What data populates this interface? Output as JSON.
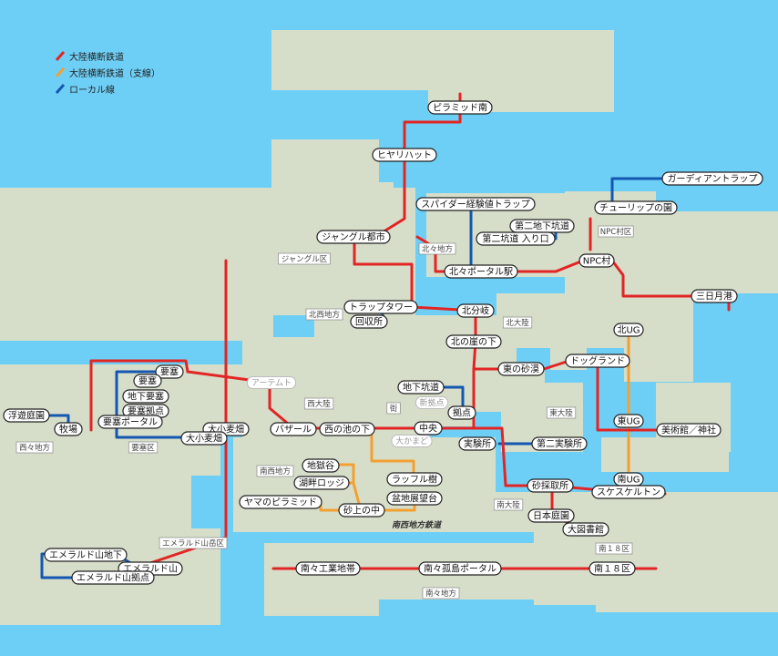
{
  "colors": {
    "sea": "#6ecff6",
    "land": "#d6deca",
    "main_line": "#e32424",
    "branch_line": "#f3a033",
    "local_line": "#1457b0"
  },
  "legend": [
    {
      "label": "大陸横断鉄道",
      "color": "#e32424"
    },
    {
      "label": "大陸横断鉄道（支線）",
      "color": "#f3a033"
    },
    {
      "label": "ローカル線",
      "color": "#1457b0"
    }
  ],
  "stations": [
    {
      "id": "pyramid_south",
      "label": "ピラミッド南"
    },
    {
      "id": "hiyarihatto",
      "label": "ヒヤリハット"
    },
    {
      "id": "jungle_city",
      "label": "ジャングル都市"
    },
    {
      "id": "spider",
      "label": "スパイダー経験値トラップ"
    },
    {
      "id": "second_underground",
      "label": "第二地下坑道"
    },
    {
      "id": "second_entrance",
      "label": "第二坑道 入り口"
    },
    {
      "id": "hokuhoku_portal",
      "label": "北々ポータル駅"
    },
    {
      "id": "npc_village",
      "label": "NPC村"
    },
    {
      "id": "guardian_trap",
      "label": "ガーディアントラップ"
    },
    {
      "id": "tulip",
      "label": "チューリップの園"
    },
    {
      "id": "mikazuki",
      "label": "三日月港"
    },
    {
      "id": "trap_tower",
      "label": "トラップタワー"
    },
    {
      "id": "recovery",
      "label": "回収所"
    },
    {
      "id": "north_fork",
      "label": "北分岐"
    },
    {
      "id": "north_cliff",
      "label": "北の崖の下"
    },
    {
      "id": "east_desert",
      "label": "東の砂漠"
    },
    {
      "id": "dogland",
      "label": "ドッグランド"
    },
    {
      "id": "north_ug",
      "label": "北UG"
    },
    {
      "id": "fortress",
      "label": "要塞"
    },
    {
      "id": "fortress_y",
      "label": "要塞"
    },
    {
      "id": "underground_fortress",
      "label": "地下要塞"
    },
    {
      "id": "fortress_base",
      "label": "要塞拠点"
    },
    {
      "id": "fortress_portal",
      "label": "要塞ポータル"
    },
    {
      "id": "floating_garden",
      "label": "浮遊庭園"
    },
    {
      "id": "ranch",
      "label": "牧場"
    },
    {
      "id": "wheat_field",
      "label": "大小麦畑"
    },
    {
      "id": "wheat_field_small",
      "label": "大小麦畑"
    },
    {
      "id": "bazaar",
      "label": "バザール"
    },
    {
      "id": "nishi_ike",
      "label": "西の池の下"
    },
    {
      "id": "underground_mine",
      "label": "地下坑道"
    },
    {
      "id": "kyoten",
      "label": "拠点"
    },
    {
      "id": "central",
      "label": "中央"
    },
    {
      "id": "east_ug",
      "label": "東UG"
    },
    {
      "id": "museum",
      "label": "美術館／神社"
    },
    {
      "id": "jikkensho",
      "label": "実験所"
    },
    {
      "id": "second_jikkensho",
      "label": "第二実験所"
    },
    {
      "id": "jigokudani",
      "label": "地獄谷"
    },
    {
      "id": "kohan_lodge",
      "label": "湖畔ロッジ"
    },
    {
      "id": "yama_pyramid",
      "label": "ヤマのピラミッド"
    },
    {
      "id": "sunaue",
      "label": "砂上の中"
    },
    {
      "id": "laffle",
      "label": "ラッフル樹"
    },
    {
      "id": "bonchi",
      "label": "盆地展望台"
    },
    {
      "id": "sasaishu",
      "label": "砂採取所"
    },
    {
      "id": "south_ug",
      "label": "南UG"
    },
    {
      "id": "skeleton",
      "label": "スケスケルトン"
    },
    {
      "id": "japanese_garden",
      "label": "日本庭園"
    },
    {
      "id": "big_library",
      "label": "大図書館"
    },
    {
      "id": "emerald_under",
      "label": "エメラルド山地下"
    },
    {
      "id": "emerald_mt",
      "label": "エメラルド山"
    },
    {
      "id": "emerald_base",
      "label": "エメラルド山拠点"
    },
    {
      "id": "nannan_industrial",
      "label": "南々工業地帯"
    },
    {
      "id": "nannan_island",
      "label": "南々孤島ポータル"
    },
    {
      "id": "south_18",
      "label": "南１８区"
    }
  ],
  "ghost_stations": [
    {
      "id": "atmt",
      "label": "アーテムト"
    },
    {
      "id": "shin_kyoten",
      "label": "新拠点"
    },
    {
      "id": "okamado",
      "label": "大かまど"
    }
  ],
  "areas": [
    {
      "id": "jungle_ku",
      "label": "ジャングル区"
    },
    {
      "id": "hokuhoku",
      "label": "北々地方"
    },
    {
      "id": "npc_ku",
      "label": "NPC村区"
    },
    {
      "id": "hokusei",
      "label": "北西地方"
    },
    {
      "id": "kita_tairiku",
      "label": "北大陸"
    },
    {
      "id": "nishi_tairiku",
      "label": "西大陸"
    },
    {
      "id": "machi",
      "label": "街"
    },
    {
      "id": "higashi_tairiku",
      "label": "東大陸"
    },
    {
      "id": "nishinishi",
      "label": "西々地方"
    },
    {
      "id": "yosai_ku",
      "label": "要塞区"
    },
    {
      "id": "nansei",
      "label": "南西地方"
    },
    {
      "id": "minami_tairiku",
      "label": "南大陸"
    },
    {
      "id": "emerald_ku",
      "label": "エメラルド山岳区"
    },
    {
      "id": "minami18_ku",
      "label": "南１８区"
    },
    {
      "id": "nannan_chiho",
      "label": "南々地方"
    }
  ],
  "notes": {
    "nansei_railway": "南西地方鉄道"
  }
}
